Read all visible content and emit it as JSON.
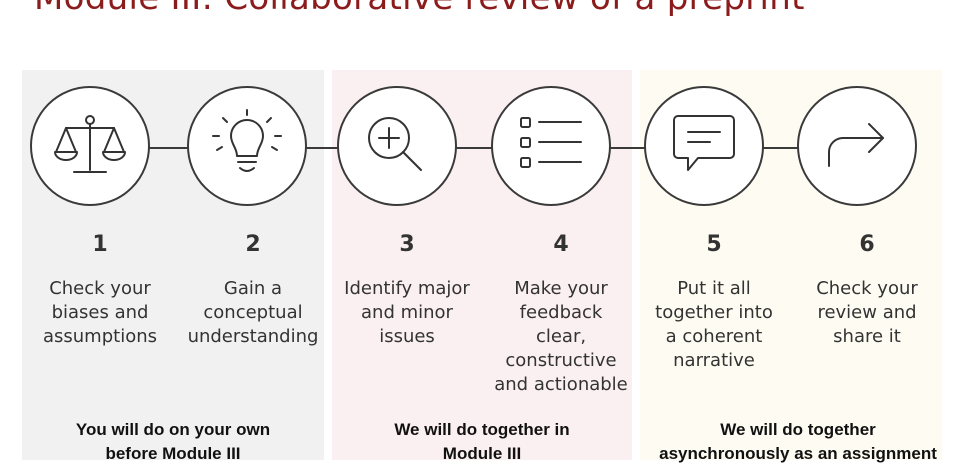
{
  "title": "Module III: Collaborative review of a preprint",
  "steps": [
    {
      "number": "1",
      "text": "Check your\nbiases and\nassumptions",
      "icon": "scales-icon"
    },
    {
      "number": "2",
      "text": "Gain a\nconceptual\nunderstanding",
      "icon": "lightbulb-icon"
    },
    {
      "number": "3",
      "text": "Identify major\nand minor\nissues",
      "icon": "magnifier-plus-icon"
    },
    {
      "number": "4",
      "text": "Make your\nfeedback\nclear,\nconstructive\nand actionable",
      "icon": "checklist-icon"
    },
    {
      "number": "5",
      "text": "Put it all\ntogether into\na coherent\nnarrative",
      "icon": "speech-bubble-icon"
    },
    {
      "number": "6",
      "text": "Check your\nreview and\nshare it",
      "icon": "share-arrow-icon"
    }
  ],
  "groups": [
    {
      "caption": "You will do on your own\nbefore Module III",
      "color": "#f1f1f1"
    },
    {
      "caption": "We will do together in\nModule III",
      "color": "#fbf0f1"
    },
    {
      "caption": "We will do together\nasynchronously as an assignment",
      "color": "#fefcf2"
    }
  ],
  "colors": {
    "title": "#8b1c1c",
    "line": "#3a3a3a"
  }
}
